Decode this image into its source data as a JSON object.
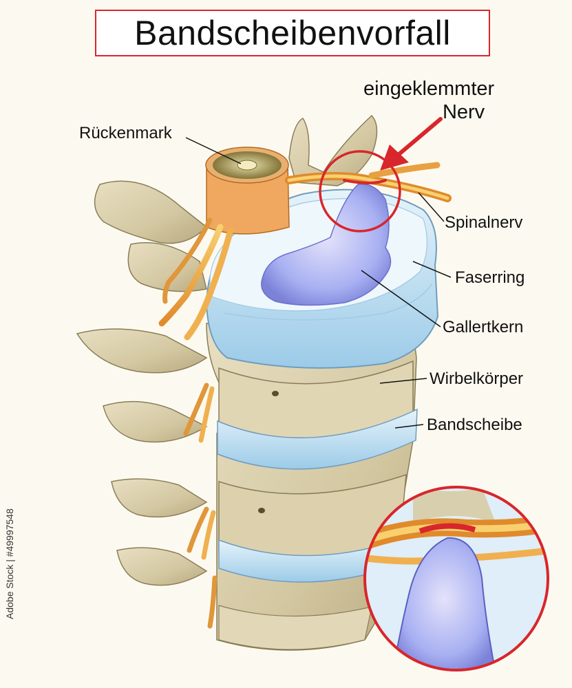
{
  "title": "Bandscheibenvorfall",
  "callout": {
    "line1": "eingeklemmter",
    "line2": "Nerv"
  },
  "labels": {
    "spinal_cord": "Rückenmark",
    "spinal_nerve": "Spinalnerv",
    "annulus": "Faserring",
    "nucleus": "Gallertkern",
    "vertebral_body": "Wirbelkörper",
    "disc": "Bandscheibe"
  },
  "credit": "Adobe Stock | #49997548",
  "colors": {
    "accent_red": "#d8262c",
    "bone": "#d9cfae",
    "disc_blue": "#bcdff0",
    "nucleus_blue": "#7d8ff0",
    "nerve_orange": "#f0a53a"
  }
}
